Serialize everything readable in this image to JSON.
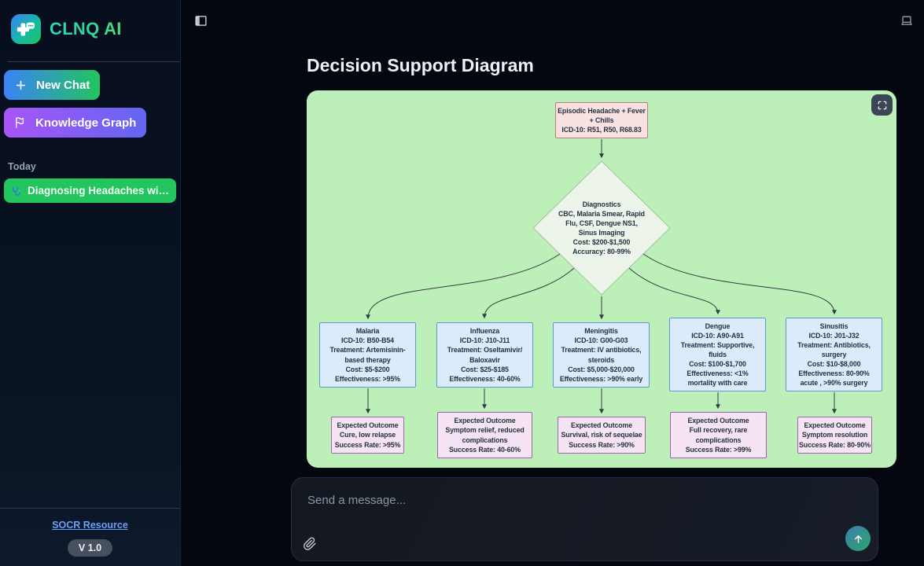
{
  "app": {
    "title": "CLNQ AI",
    "version": "V 1.0"
  },
  "sidebar": {
    "new_chat_label": "New Chat",
    "knowledge_graph_label": "Knowledge Graph",
    "history_section_label": "Today",
    "chat_item_label": "Diagnosing Headaches wi…",
    "footer_link_label": "SOCR Resource"
  },
  "header": {
    "title": "Decision Support Diagram"
  },
  "composer": {
    "placeholder": "Send a message..."
  },
  "icons": {
    "logo": "medical-cross-chat-bubble",
    "new_chat": "plus",
    "knowledge_graph": "flag",
    "chat_item": "stethoscope",
    "top_left": "sidebar-panel-toggle",
    "top_right": "laptop",
    "diagram": "fullscreen-expand",
    "composer": "paperclip, send-arrow-up"
  },
  "colors": {
    "accent_green": "#22c55e",
    "accent_blue": "#3b82f6",
    "accent_purple": "#a855f7",
    "panel_background": "#bdf0b8",
    "root_node_fill": "#fbe2e2",
    "root_node_border": "#b97e7e",
    "decision_fill": "#edf5eb",
    "diagnosis_fill": "#dcebfb",
    "diagnosis_border": "#5a9bd4",
    "outcome_fill": "#f6e4f4",
    "outcome_border": "#a261ae"
  },
  "flowchart": {
    "root": {
      "text": "Episodic Headache + Fever\n+ Chills\nICD-10: R51, R50, R68.83"
    },
    "decision": {
      "text": "Diagnostics\nCBC, Malaria Smear, Rapid\nFlu, CSF, Dengue NS1,\nSinus Imaging\nCost: $200-$1,500\nAccuracy: 80-99%"
    },
    "diagnoses": [
      {
        "name": "Malaria",
        "text": "Malaria\nICD-10: B50-B54\nTreatment: Artemisinin-\nbased therapy\nCost: $5-$200\nEffectiveness: >95%"
      },
      {
        "name": "Influenza",
        "text": "Influenza\nICD-10: J10-J11\nTreatment: Oseltamivir/\nBaloxavir\nCost: $25-$185\nEffectiveness: 40-60%"
      },
      {
        "name": "Meningitis",
        "text": "Meningitis\nICD-10: G00-G03\nTreatment: IV antibiotics,\nsteroids\nCost: $5,000-$20,000\nEffectiveness: >90% early"
      },
      {
        "name": "Dengue",
        "text": "Dengue\nICD-10: A90-A91\nTreatment: Supportive,\nfluids\nCost: $100-$1,700\nEffectiveness: <1%\nmortality with care"
      },
      {
        "name": "Sinusitis",
        "text": "Sinusitis\nICD-10: J01-J32\nTreatment: Antibiotics,\nsurgery\nCost: $10-$8,000\nEffectiveness: 80-90%\nacute , >90% surgery"
      }
    ],
    "outcomes": [
      {
        "text": "Expected Outcome\nCure, low relapse\nSuccess Rate: >95%"
      },
      {
        "text": "Expected Outcome\nSymptom relief, reduced\ncomplications\nSuccess Rate: 40-60%"
      },
      {
        "text": "Expected Outcome\nSurvival, risk of sequelae\nSuccess Rate: >90%"
      },
      {
        "text": "Expected Outcome\nFull recovery, rare\ncomplications\nSuccess Rate: >99%"
      },
      {
        "text": "Expected Outcome\nSymptom resolution\nSuccess Rate: 80-90%"
      }
    ]
  }
}
